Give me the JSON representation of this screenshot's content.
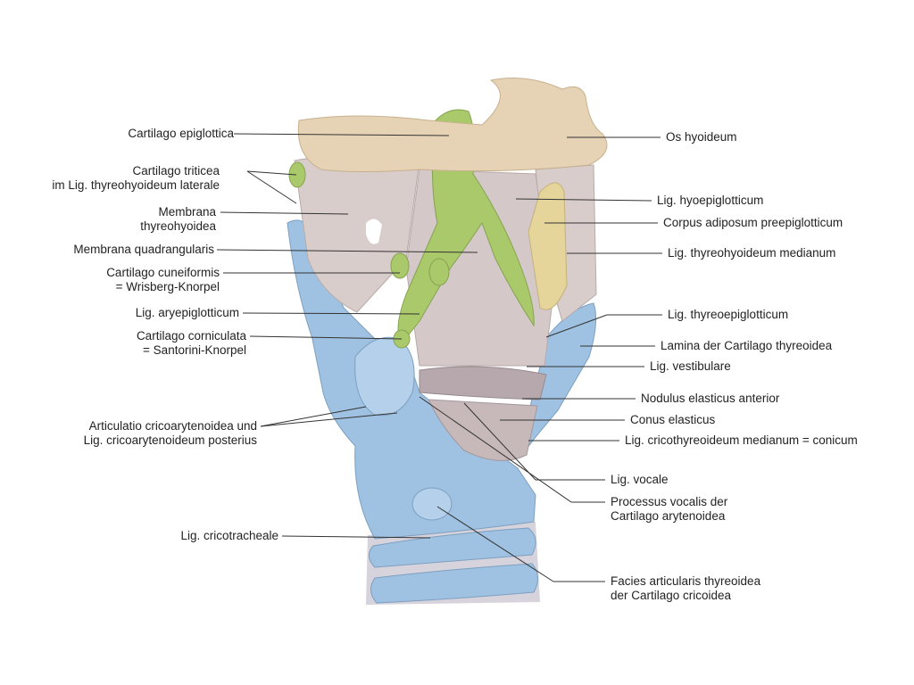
{
  "colors": {
    "cartilage_blue": "#9fc2e2",
    "cartilage_green": "#a9c96b",
    "bone": "#e6d3b6",
    "membrane": "#d8cccc",
    "fat": "#e5d59a",
    "leader_line": "#333333"
  },
  "labels": {
    "epiglottica": "Cartilago epiglottica",
    "triticea_1": "Cartilago triticea",
    "triticea_2": "im Lig. thyreohyoideum laterale",
    "membrana_th_1": "Membrana",
    "membrana_th_2": "thyreohyoidea",
    "quadrangularis": "Membrana quadrangularis",
    "cuneiformis_1": "Cartilago cuneiformis",
    "cuneiformis_2": "= Wrisberg-Knorpel",
    "aryepiglotticum": "Lig. aryepiglotticum",
    "corniculata_1": "Cartilago corniculata",
    "corniculata_2": "= Santorini-Knorpel",
    "cricoaryt_1": "Articulatio cricoarytenoidea und",
    "cricoaryt_2": "Lig. cricoarytenoideum posterius",
    "cricotracheale": "Lig. cricotracheale",
    "hyoideum": "Os hyoideum",
    "hyoepiglotticum": "Lig. hyoepiglotticum",
    "adiposum": "Corpus adiposum preepiglotticum",
    "thyreohyoideum_med": "Lig. thyreohyoideum medianum",
    "thyreoepiglotticum": "Lig. thyreoepiglotticum",
    "lamina": "Lamina der Cartilago thyreoidea",
    "vestibulare": "Lig. vestibulare",
    "nodulus": "Nodulus elasticus anterior",
    "conus": "Conus elasticus",
    "cricothyreoideum": "Lig. cricothyreoideum medianum = conicum",
    "vocale": "Lig. vocale",
    "processus_1": "Processus vocalis der",
    "processus_2": "Cartilago arytenoidea",
    "facies_1": "Facies articularis thyreoidea",
    "facies_2": "der Cartilago cricoidea"
  }
}
